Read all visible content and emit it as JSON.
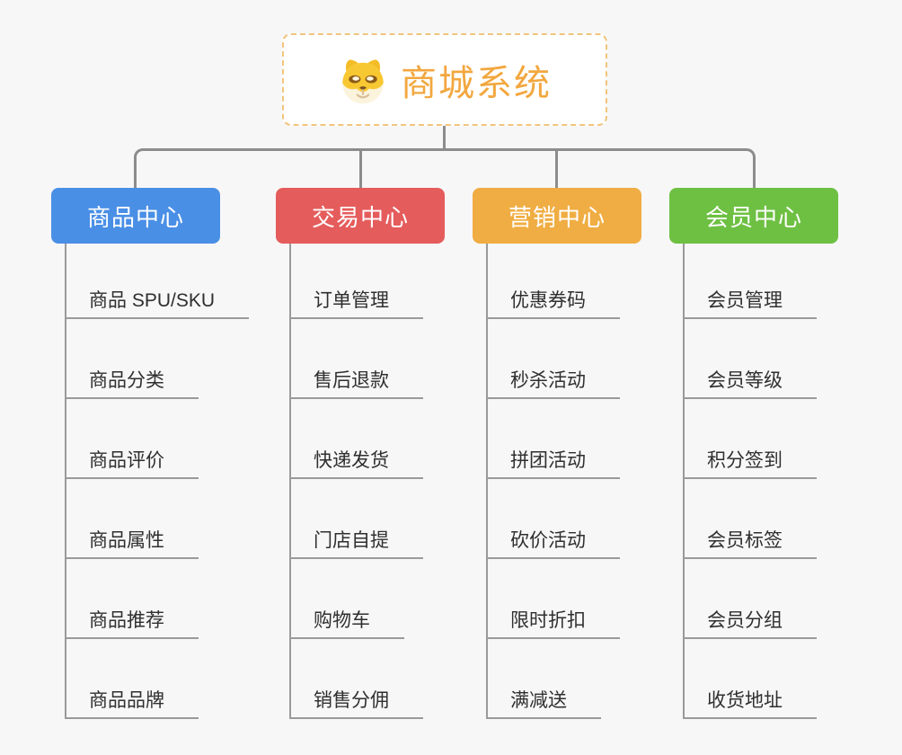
{
  "root": {
    "title": "商城系统",
    "icon": "dog-face-icon",
    "title_color": "#f2a73f",
    "border_color": "#f0c57e"
  },
  "connector_color": "#8c8c8c",
  "branches": [
    {
      "name": "product-center",
      "label": "商品中心",
      "color": "#4a8fe6",
      "children": [
        "商品 SPU/SKU",
        "商品分类",
        "商品评价",
        "商品属性",
        "商品推荐",
        "商品品牌"
      ]
    },
    {
      "name": "trade-center",
      "label": "交易中心",
      "color": "#e55c5c",
      "children": [
        "订单管理",
        "售后退款",
        "快递发货",
        "门店自提",
        "购物车",
        "销售分佣"
      ]
    },
    {
      "name": "marketing-center",
      "label": "营销中心",
      "color": "#f0ad43",
      "children": [
        "优惠券码",
        "秒杀活动",
        "拼团活动",
        "砍价活动",
        "限时折扣",
        "满减送"
      ]
    },
    {
      "name": "member-center",
      "label": "会员中心",
      "color": "#6ec043",
      "children": [
        "会员管理",
        "会员等级",
        "积分签到",
        "会员标签",
        "会员分组",
        "收货地址"
      ]
    }
  ]
}
